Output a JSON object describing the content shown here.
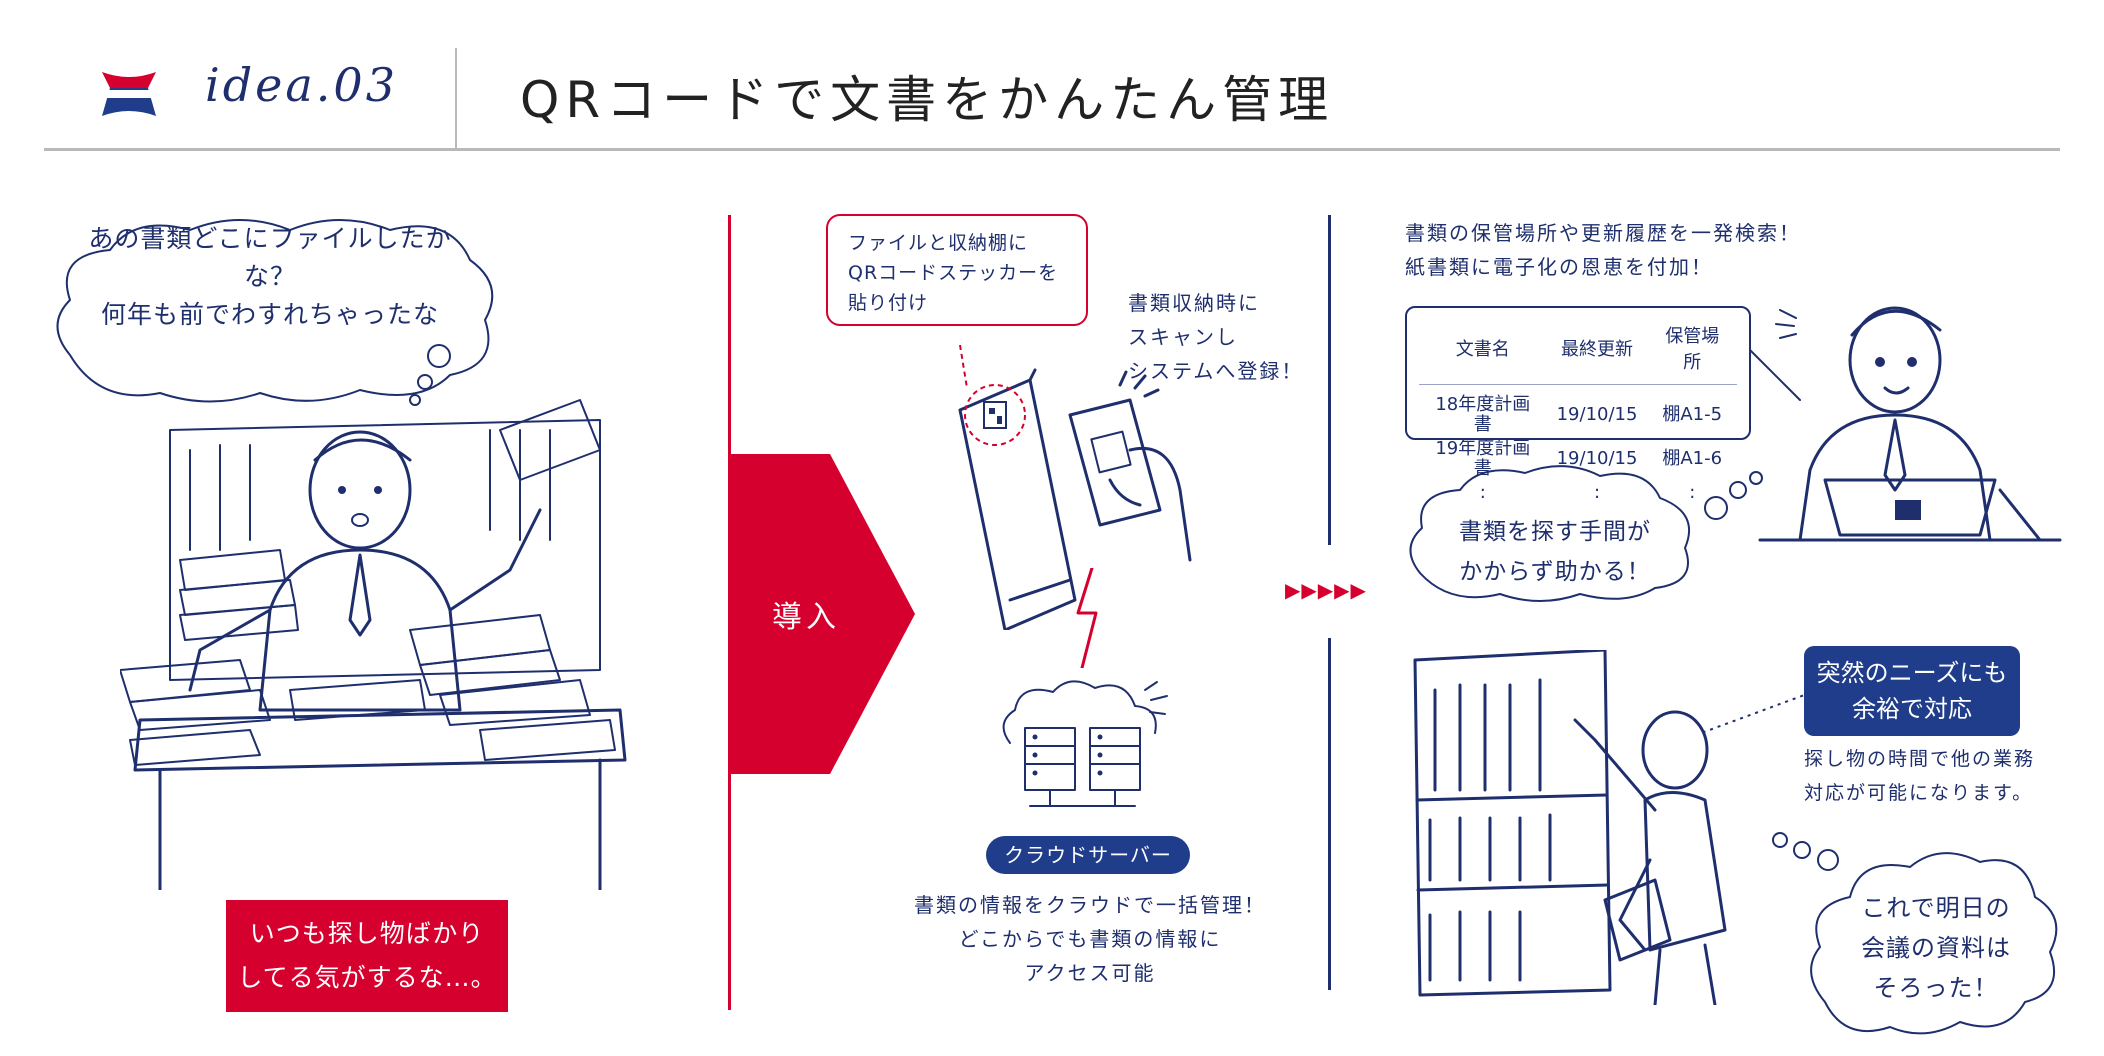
{
  "header": {
    "idea_label": "idea.03",
    "title": "QRコードで文書をかんたん管理"
  },
  "before": {
    "thought": [
      "あの書類どこにファイルしたかな？",
      "何年も前でわすれちゃったな"
    ],
    "caption": [
      "いつも探し物ばかり",
      "してる気がするな…。"
    ]
  },
  "intro_label": "導入",
  "middle": {
    "sticker_note": [
      "ファイルと収納棚に",
      "QRコードステッカーを",
      "貼り付け"
    ],
    "scan_note": [
      "書類収納時に",
      "スキャンし",
      "システムへ登録！"
    ],
    "cloud_label": "クラウドサーバー",
    "cloud_note": [
      "書類の情報をクラウドで一括管理！",
      "どこからでも書類の情報に",
      "アクセス可能"
    ]
  },
  "arrows": "▶▶▶▶▶",
  "after": {
    "search_note": [
      "書類の保管場所や更新履歴を一発検索！",
      "紙書類に電子化の恩恵を付加！"
    ],
    "table": {
      "headers": [
        "文書名",
        "最終更新",
        "保管場所"
      ],
      "rows": [
        [
          "18年度計画書",
          "19/10/15",
          "棚A1-5"
        ],
        [
          "19年度計画書",
          "19/10/15",
          "棚A1-6"
        ],
        [
          ":",
          ":",
          ":"
        ]
      ]
    },
    "relief_cloud": [
      "書類を探す手間が",
      "かからず助かる！"
    ],
    "badge": [
      "突然のニーズにも",
      "余裕で対応"
    ],
    "badge_note": [
      "探し物の時間で他の業務",
      "対応が可能になります。"
    ],
    "ready_cloud": [
      "これで明日の",
      "会議の資料は",
      "そろった！"
    ]
  },
  "colors": {
    "navy": "#1f2f6e",
    "red": "#d6002e",
    "badge": "#1f3d8a",
    "rule": "#b9b9b9"
  }
}
